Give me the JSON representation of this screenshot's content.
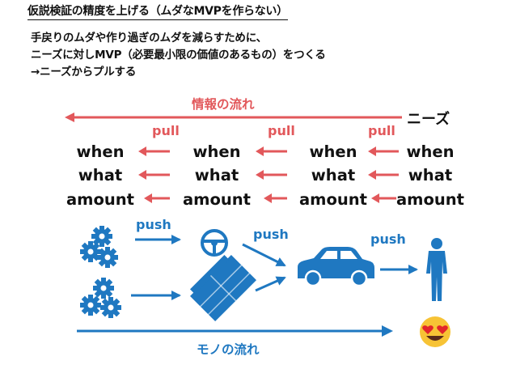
{
  "title": "仮説検証の精度を上げる（ムダなMVPを作らない）",
  "description": {
    "line1": "手戻りのムダや作り過ぎのムダを減らすために、",
    "line2": "ニーズに対しMVP（必要最小限の価値のあるもの）をつくる",
    "line3": "→ニーズからプルする"
  },
  "info_flow_label": "情報の流れ",
  "needs_label": "ニーズ",
  "pull_label": "pull",
  "push_label": "push",
  "stage_words": [
    "when",
    "what",
    "amount"
  ],
  "goods_flow_label": "モノの流れ",
  "colors": {
    "pull": "#e2585b",
    "push": "#1f78c1",
    "emoji_face": "#f7c335"
  },
  "icons": [
    "gears-icon",
    "steering-wheel-icon",
    "car-parts-box-icon",
    "car-icon",
    "person-icon",
    "heart-eyes-emoji-icon"
  ]
}
